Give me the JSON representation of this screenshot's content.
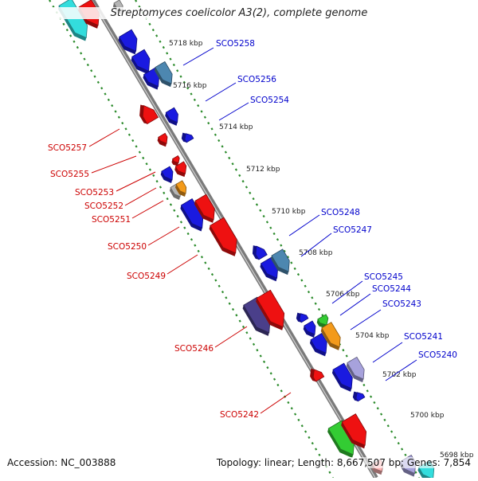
{
  "title": "Streptomyces coelicolor A3(2), complete genome",
  "accession": "Accession: NC_003888",
  "summary": "Topology: linear; Length: 8,667,507 bp; Genes: 7,854",
  "colors": {
    "forward_label": "#0000cc",
    "reverse_label": "#cc0000",
    "tick_dots": "#2a8a2a",
    "backbone": "#909090"
  },
  "kbp_ticks": [
    "5718 kbp",
    "5716 kbp",
    "5714 kbp",
    "5712 kbp",
    "5710 kbp",
    "5708 kbp",
    "5706 kbp",
    "5704 kbp",
    "5702 kbp",
    "5700 kbp",
    "5698 kbp"
  ],
  "forward_gene_labels": [
    "SCO5258",
    "SCO5256",
    "SCO5254",
    "SCO5248",
    "SCO5247",
    "SCO5245",
    "SCO5244",
    "SCO5243",
    "SCO5241",
    "SCO5240"
  ],
  "reverse_gene_labels": [
    "SCO5257",
    "SCO5255",
    "SCO5253",
    "SCO5252",
    "SCO5251",
    "SCO5250",
    "SCO5249",
    "SCO5246",
    "SCO5242"
  ]
}
